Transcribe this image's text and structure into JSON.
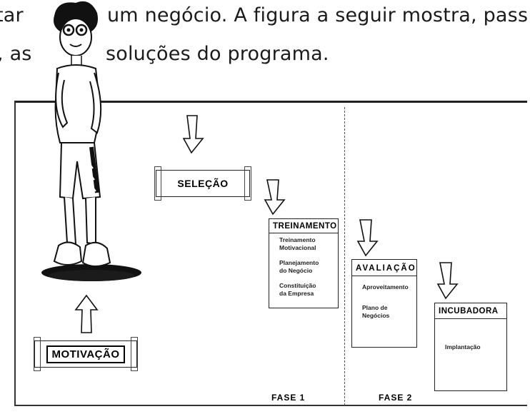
{
  "intro": {
    "line1_left": "tar",
    "line1_right": "um negócio. A figura a seguir mostra, pass",
    "line2_left": ", as",
    "line2_right": "soluções do programa."
  },
  "diagram": {
    "motivacao": {
      "title": "MOTIVAÇÃO"
    },
    "selecao": {
      "title": "SELEÇÃO"
    },
    "treinamento": {
      "title": "TREINAMENTO",
      "items": [
        "Treinamento\nMotivacional",
        "Planejamento\ndo Negócio",
        "Constituição\nda Empresa"
      ]
    },
    "avaliacao": {
      "title": "AVALIAÇÃO",
      "items": [
        "Aproveitamento",
        "Plano de\nNegócios"
      ]
    },
    "incubadora": {
      "title": "INCUBADORA",
      "items": [
        "Implantação"
      ]
    },
    "phases": {
      "phase1": "FASE 1",
      "phase2": "FASE 2"
    }
  },
  "colors": {
    "ink": "#111111",
    "paper": "#ffffff"
  },
  "icons": [
    "cartoon-character-icon",
    "outline-arrow-icon"
  ]
}
